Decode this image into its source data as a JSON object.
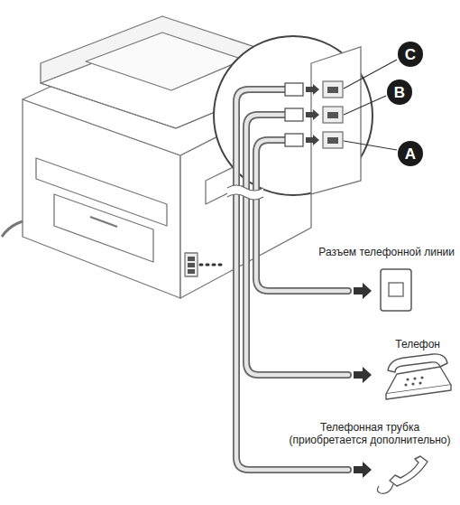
{
  "diagram": {
    "nodes": [
      {
        "text": [
          "C"
        ]
      },
      {
        "text": [
          "B"
        ]
      },
      {
        "text": [
          "A"
        ]
      }
    ],
    "labels": [
      "Разъем телефонной линии",
      "Телефон",
      "Телефонная трубка (приобретается дополнительно)"
    ]
  }
}
